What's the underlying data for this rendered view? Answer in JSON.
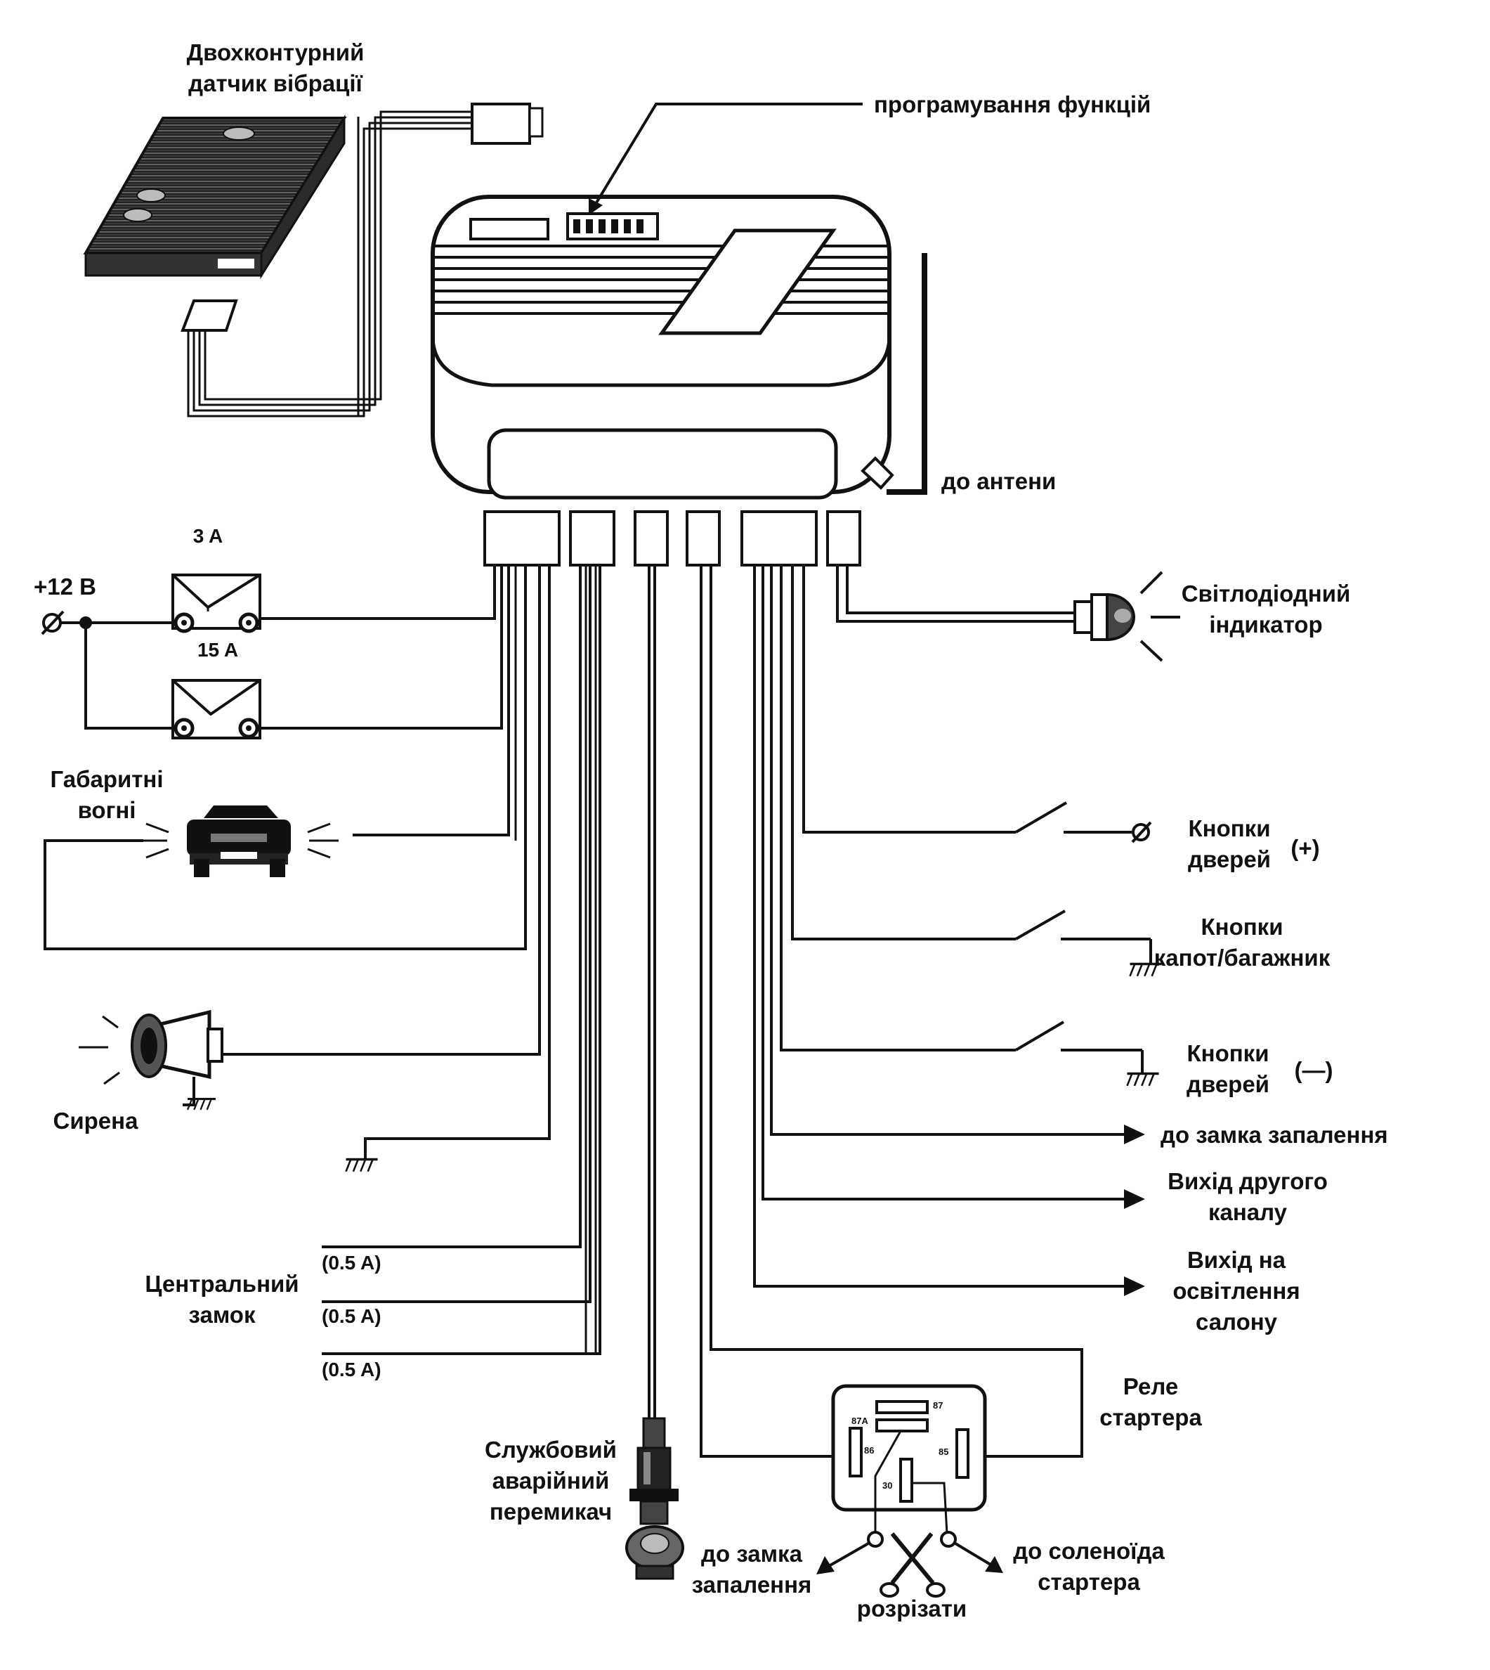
{
  "labels": {
    "vibration_sensor": [
      "Двохконтурний",
      "датчик вібрації"
    ],
    "programming": "програмування функцій",
    "antenna": "до антени",
    "power": "+12 В",
    "fuse_3a": "3 A",
    "fuse_15a": "15 A",
    "led_indicator": [
      "Світлодіодний",
      "індикатор"
    ],
    "parking_lights": [
      "Габаритні",
      "вогні"
    ],
    "door_buttons_plus": [
      "Кнопки",
      "дверей"
    ],
    "door_plus_sign": "(+)",
    "hood_trunk_buttons": [
      "Кнопки",
      "капот/багажник"
    ],
    "door_buttons_minus": [
      "Кнопки",
      "дверей"
    ],
    "door_minus_sign": "(—)",
    "siren": "Сирена",
    "to_ignition": "до замка запалення",
    "second_channel": [
      "Вихід другого",
      "каналу"
    ],
    "interior_light": [
      "Вихід на",
      "освітлення",
      "салону"
    ],
    "central_lock": [
      "Центральний",
      "замок"
    ],
    "lock_current": [
      "(0.5 A)",
      "(0.5 A)",
      "(0.5 A)"
    ],
    "starter_relay": [
      "Реле",
      "стартера"
    ],
    "service_switch": [
      "Службовий",
      "аварійний",
      "перемикач"
    ],
    "to_ignition_lock": [
      "до замка",
      "запалення"
    ],
    "cut": "розрізати",
    "to_solenoid": [
      "до соленоїда",
      "стартера"
    ]
  },
  "relay_pins": [
    "87A",
    "87",
    "86",
    "85",
    "30"
  ],
  "icons": [
    "vibration-sensor-icon",
    "alarm-unit-icon",
    "fuse-icon",
    "led-icon",
    "car-front-icon",
    "siren-icon",
    "ground-icon",
    "switch-icon",
    "arrow-icon",
    "relay-icon",
    "service-switch-icon",
    "scissors-icon"
  ]
}
